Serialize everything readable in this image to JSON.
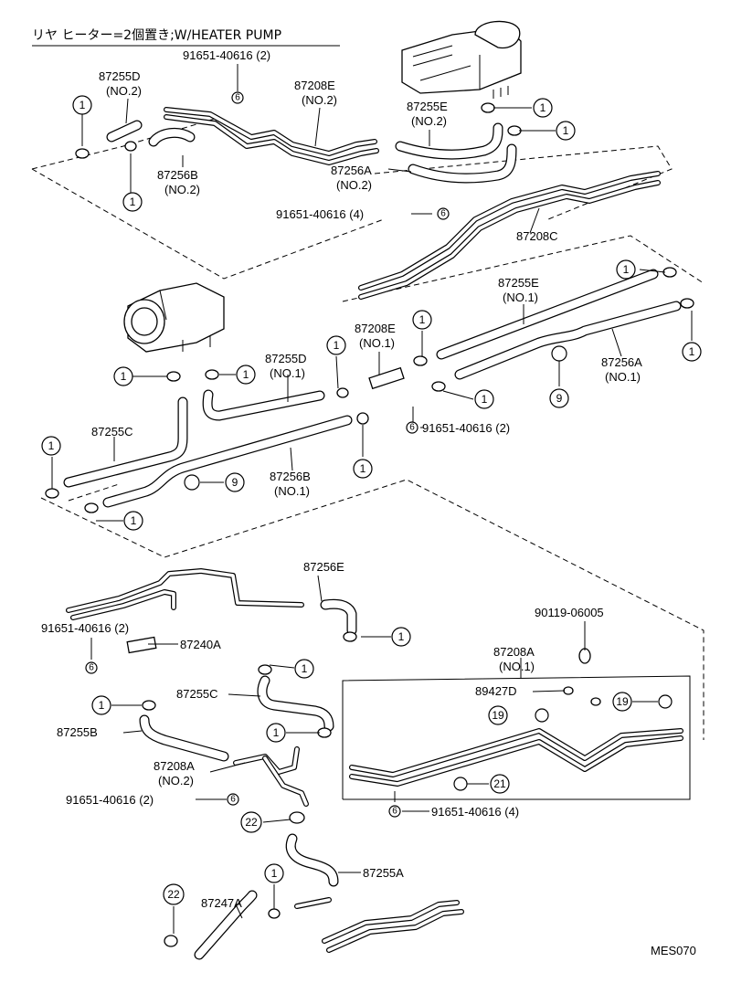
{
  "header": {
    "title": "リヤ ヒーター=2個置き;W/HEATER PUMP"
  },
  "figure_code": "MES070",
  "labels": {
    "p91651_2_top": "91651-40616 (2)",
    "p87255D_2": "87255D",
    "p87255D_2_no": "(NO.2)",
    "p87208E_2": "87208E",
    "p87208E_2_no": "(NO.2)",
    "p87255E_2": "87255E",
    "p87255E_2_no": "(NO.2)",
    "p87256B_2": "87256B",
    "p87256B_2_no": "(NO.2)",
    "p87256A_2": "87256A",
    "p87256A_2_no": "(NO.2)",
    "p91651_4_top": "91651-40616 (4)",
    "p87208C": "87208C",
    "p87255E_1": "87255E",
    "p87255E_1_no": "(NO.1)",
    "p87208E_1": "87208E",
    "p87208E_1_no": "(NO.1)",
    "p87256A_1": "87256A",
    "p87256A_1_no": "(NO.1)",
    "p87255D_1": "87255D",
    "p87255D_1_no": "(NO.1)",
    "p91651_2_mid": "91651-40616 (2)",
    "p87255C_top": "87255C",
    "p87256B_1": "87256B",
    "p87256B_1_no": "(NO.1)",
    "p87256E": "87256E",
    "p91651_2_low": "91651-40616 (2)",
    "p87240A": "87240A",
    "p90119": "90119-06005",
    "p87208A_1": "87208A",
    "p87208A_1_no": "(NO.1)",
    "p87255C_low": "87255C",
    "p89427D": "89427D",
    "p87255B": "87255B",
    "p87208A_2": "87208A",
    "p87208A_2_no": "(NO.2)",
    "p91651_2_bot": "91651-40616 (2)",
    "p91651_4_bot": "91651-40616 (4)",
    "p87255A": "87255A",
    "p87247A": "87247A"
  },
  "callouts": {
    "c1": "1",
    "c6": "6",
    "c9": "9",
    "c19": "19",
    "c21": "21",
    "c22": "22"
  }
}
